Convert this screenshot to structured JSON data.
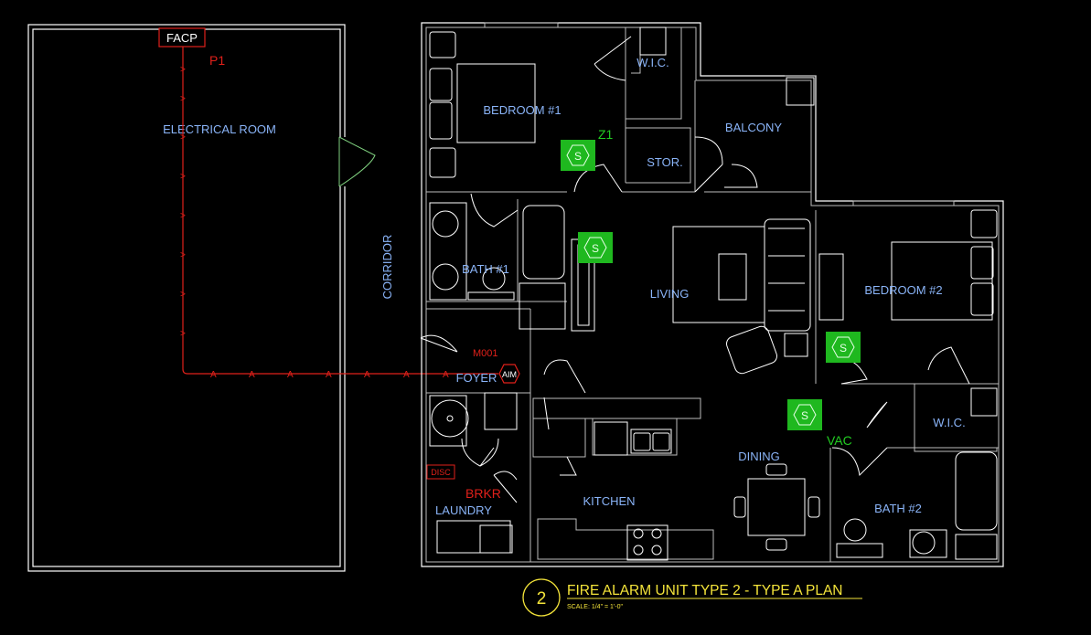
{
  "panel": {
    "label": "FACP",
    "circuit": "P1"
  },
  "rooms": {
    "electrical": "ELECTRICAL ROOM",
    "corridor": "CORRIDOR",
    "bedroom1": "BEDROOM #1",
    "wic1": "W.I.C.",
    "balcony": "BALCONY",
    "stor": "STOR.",
    "bath1": "BATH #1",
    "living": "LIVING",
    "bedroom2": "BEDROOM #2",
    "foyer": "FOYER",
    "wic2": "W.I.C.",
    "dining": "DINING",
    "kitchen": "KITCHEN",
    "laundry": "LAUNDRY",
    "bath2": "BATH #2"
  },
  "devices": {
    "smoke_symbol": "S",
    "zone": "Z1",
    "aim": "AIM",
    "module_tag": "M001",
    "disc": "DISC",
    "brkr": "BRKR",
    "vac": "VAC"
  },
  "wiring": {
    "arrow_marker": ">",
    "a_marker": "A"
  },
  "title_block": {
    "number": "2",
    "title": "FIRE ALARM UNIT TYPE 2 - TYPE A PLAN",
    "scale": "SCALE: 1/4\" = 1'-0\""
  },
  "colors": {
    "background": "#000000",
    "walls": "#ffffff",
    "room_labels": "#8ab4f8",
    "fire_alarm": "#e0201a",
    "smoke_detector": "#1fb81f",
    "title": "#f5e53a"
  }
}
